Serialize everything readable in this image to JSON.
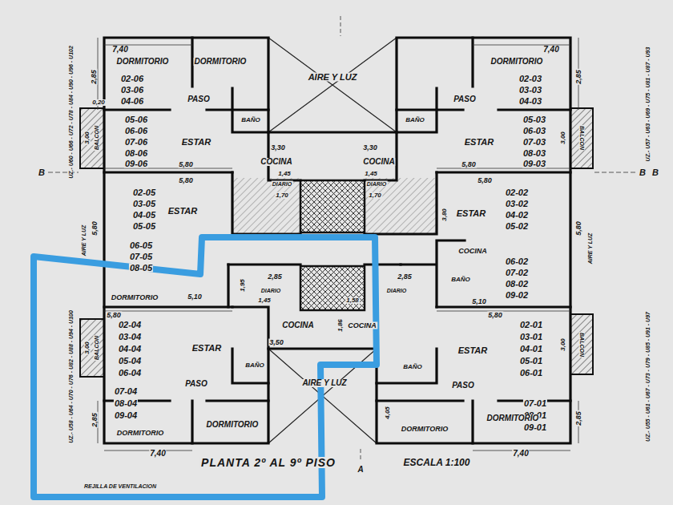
{
  "diagram": {
    "title": "PLANTA 2º AL 9º PISO",
    "labels": [
      "7,40",
      "DORMITORIO",
      "DORMITORIO",
      "2,85",
      "02-06",
      "03-06",
      "04-06",
      "PASO",
      "0,20",
      "BAÑO",
      "3,00",
      "BALCON",
      "05-06",
      "06-06",
      "07-06",
      "08-06",
      "09-06",
      "ESTAR",
      "5,80",
      "AIRE Y LUZ",
      "3,30",
      "3,30",
      "COCINA",
      "COCINA",
      "1,45",
      "1,45",
      "DIARIO",
      "DIARIO",
      "1,70",
      "1,70",
      "DORMITORIO",
      "02-03",
      "03-03",
      "04-03",
      "PASO",
      "BAÑO",
      "ESTAR",
      "05-03",
      "06-03",
      "07-03",
      "08-03",
      "09-03",
      "5,80",
      "3,00",
      "BALCON",
      "2,85",
      "7,40",
      "5,80",
      "ESTAR",
      "02-05",
      "03-05",
      "04-05",
      "05-05",
      "06-05",
      "07-05",
      "08-05",
      "5,80",
      "AIRE Y LUZ",
      "5,80",
      "ESTAR",
      "02-02",
      "03-02",
      "04-02",
      "05-02",
      "3,80",
      "COCINA",
      "BAÑO",
      "06-02",
      "07-02",
      "08-02",
      "09-02",
      "5,10",
      "5,80",
      "AIRE Y LUZ",
      "DORMITORIO",
      "5,10",
      "5,80",
      "02-04",
      "03-04",
      "04-04",
      "05-04",
      "06-04",
      "ESTAR",
      "3,00",
      "BALCON",
      "2,85",
      "DIARIO",
      "1,95",
      "1,45",
      "COCINA",
      "1,86",
      "1,58",
      "3,50",
      "BAÑO",
      "07-04",
      "08-04",
      "09-04",
      "PASO",
      "2,85",
      "DORMITORIO",
      "DORMITORIO",
      "7,40",
      "AIRE Y LUZ",
      "COCINA",
      "2,85",
      "DIARIO",
      "ESTAR",
      "5,80",
      "02-01",
      "03-01",
      "04-01",
      "05-01",
      "06-01",
      "BAÑO",
      "PASO",
      "07-01",
      "08-01",
      "09-01",
      "4,05",
      "DORMITORIO",
      "DORMITORIO",
      "2,85",
      "7,40",
      "3,00",
      "BALCON",
      "ESCALA 1:100",
      "REJILLA DE VENTILACION",
      "B",
      "B",
      "B",
      "A",
      "UZ.- U60 - U66 - U72 - U78 - U84 - U90 - U96 - U102",
      "UZ.- U57 - U63 - U69 - U75 - U81 - U87 - U93",
      "UZ.- U58 - U64 - U70 - U76 - U82 - U88 - U94 - U100",
      "UZ.- U55 - U61 - U67 - U73 - U79 - U85 - U91 - U97"
    ]
  }
}
